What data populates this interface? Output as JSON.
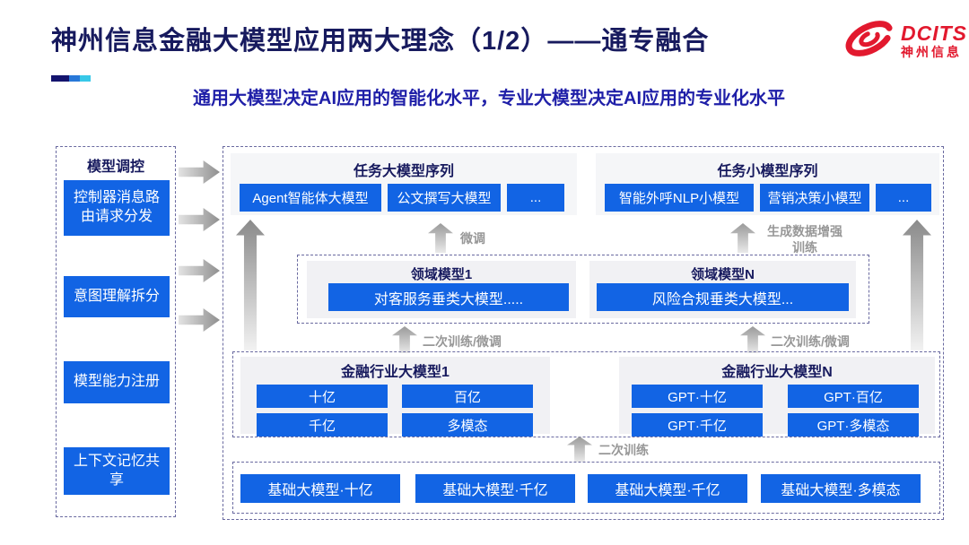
{
  "header": {
    "title": "神州信息金融大模型应用两大理念（1/2）——通专融合",
    "subtitle": "通用大模型决定AI应用的智能化水平，专业大模型决定AI应用的专业化水平",
    "brand": "DCITS",
    "brand_cn": "神州信息"
  },
  "colors": {
    "accent_blue": "#1264e4",
    "navy_text": "#171a5e",
    "subtitle_blue": "#1f1fa8",
    "logo_red": "#e2192e",
    "label_gray": "#979797",
    "accent_cyan": "#38c8e8"
  },
  "sidebar": {
    "title": "模型调控",
    "items": [
      "控制器消息路由请求分发",
      "意图理解拆分",
      "模型能力注册",
      "上下文记忆共享"
    ]
  },
  "top_groups": [
    {
      "title": "任务大模型序列",
      "items": [
        "Agent智能体大模型",
        "公文撰写大模型",
        "..."
      ]
    },
    {
      "title": "任务小模型序列",
      "items": [
        "智能外呼NLP小模型",
        "营销决策小模型",
        "..."
      ]
    }
  ],
  "arrow_labels": {
    "fine_tune": "微调",
    "gen_aug_line1": "生成数据增强",
    "gen_aug_line2": "训练",
    "retrain_fine_left": "二次训练/微调",
    "retrain_fine_right": "二次训练/微调",
    "retrain": "二次训练"
  },
  "domain_groups": [
    {
      "title": "领域模型1",
      "model": "对客服务垂类大模型....."
    },
    {
      "title": "领域模型N",
      "model": "风险合规垂类大模型..."
    }
  ],
  "industry_groups": [
    {
      "title": "金融行业大模型1",
      "models": [
        "十亿",
        "千亿",
        "百亿",
        "多模态"
      ]
    },
    {
      "title": "金融行业大模型N",
      "models": [
        "GPT·十亿",
        "GPT·千亿",
        "GPT·百亿",
        "GPT·多模态"
      ]
    }
  ],
  "base_models": [
    "基础大模型·十亿",
    "基础大模型·千亿",
    "基础大模型·千亿",
    "基础大模型·多模态"
  ]
}
